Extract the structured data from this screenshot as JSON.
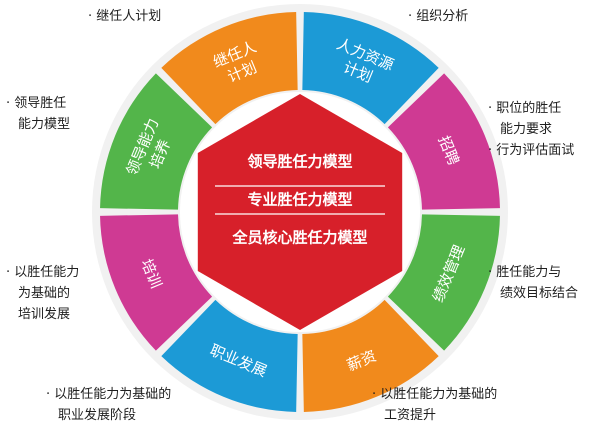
{
  "center": {
    "lines": [
      "领导胜任力模型",
      "专业胜任力模型",
      "全员核心胜任力模型"
    ],
    "color": "#d7202a"
  },
  "segments": [
    {
      "id": "hr-plan",
      "lines": [
        "人力资源",
        "计划"
      ],
      "color": "#1c9ad6"
    },
    {
      "id": "recruit",
      "lines": [
        "招聘"
      ],
      "color": "#cf3a93"
    },
    {
      "id": "perf",
      "lines": [
        "绩效管理"
      ],
      "color": "#53b54a"
    },
    {
      "id": "comp",
      "lines": [
        "薪资"
      ],
      "color": "#f18a1c"
    },
    {
      "id": "career",
      "lines": [
        "职业发展"
      ],
      "color": "#1c9ad6"
    },
    {
      "id": "training",
      "lines": [
        "培训"
      ],
      "color": "#cf3a93"
    },
    {
      "id": "leader-dev",
      "lines": [
        "领导能力",
        "培养"
      ],
      "color": "#53b54a"
    },
    {
      "id": "succession",
      "lines": [
        "继任人",
        "计划"
      ],
      "color": "#f18a1c"
    }
  ],
  "notes": [
    {
      "id": "succession",
      "lines": [
        "· 继任人计划"
      ]
    },
    {
      "id": "org",
      "lines": [
        "· 组织分析"
      ]
    },
    {
      "id": "leader-model",
      "lines": [
        "· 领导胜任",
        "能力模型"
      ]
    },
    {
      "id": "recruit",
      "lines": [
        "· 职位的胜任",
        "能力要求",
        "· 行为评估面试"
      ]
    },
    {
      "id": "training",
      "lines": [
        "· 以胜任能力",
        "为基础的",
        "培训发展"
      ]
    },
    {
      "id": "perf",
      "lines": [
        "· 胜任能力与",
        "绩效目标结合"
      ]
    },
    {
      "id": "career",
      "lines": [
        "· 以胜任能力为基础的",
        "职业发展阶段"
      ]
    },
    {
      "id": "comp",
      "lines": [
        "· 以胜任能力为基础的",
        "工资提升"
      ]
    }
  ]
}
